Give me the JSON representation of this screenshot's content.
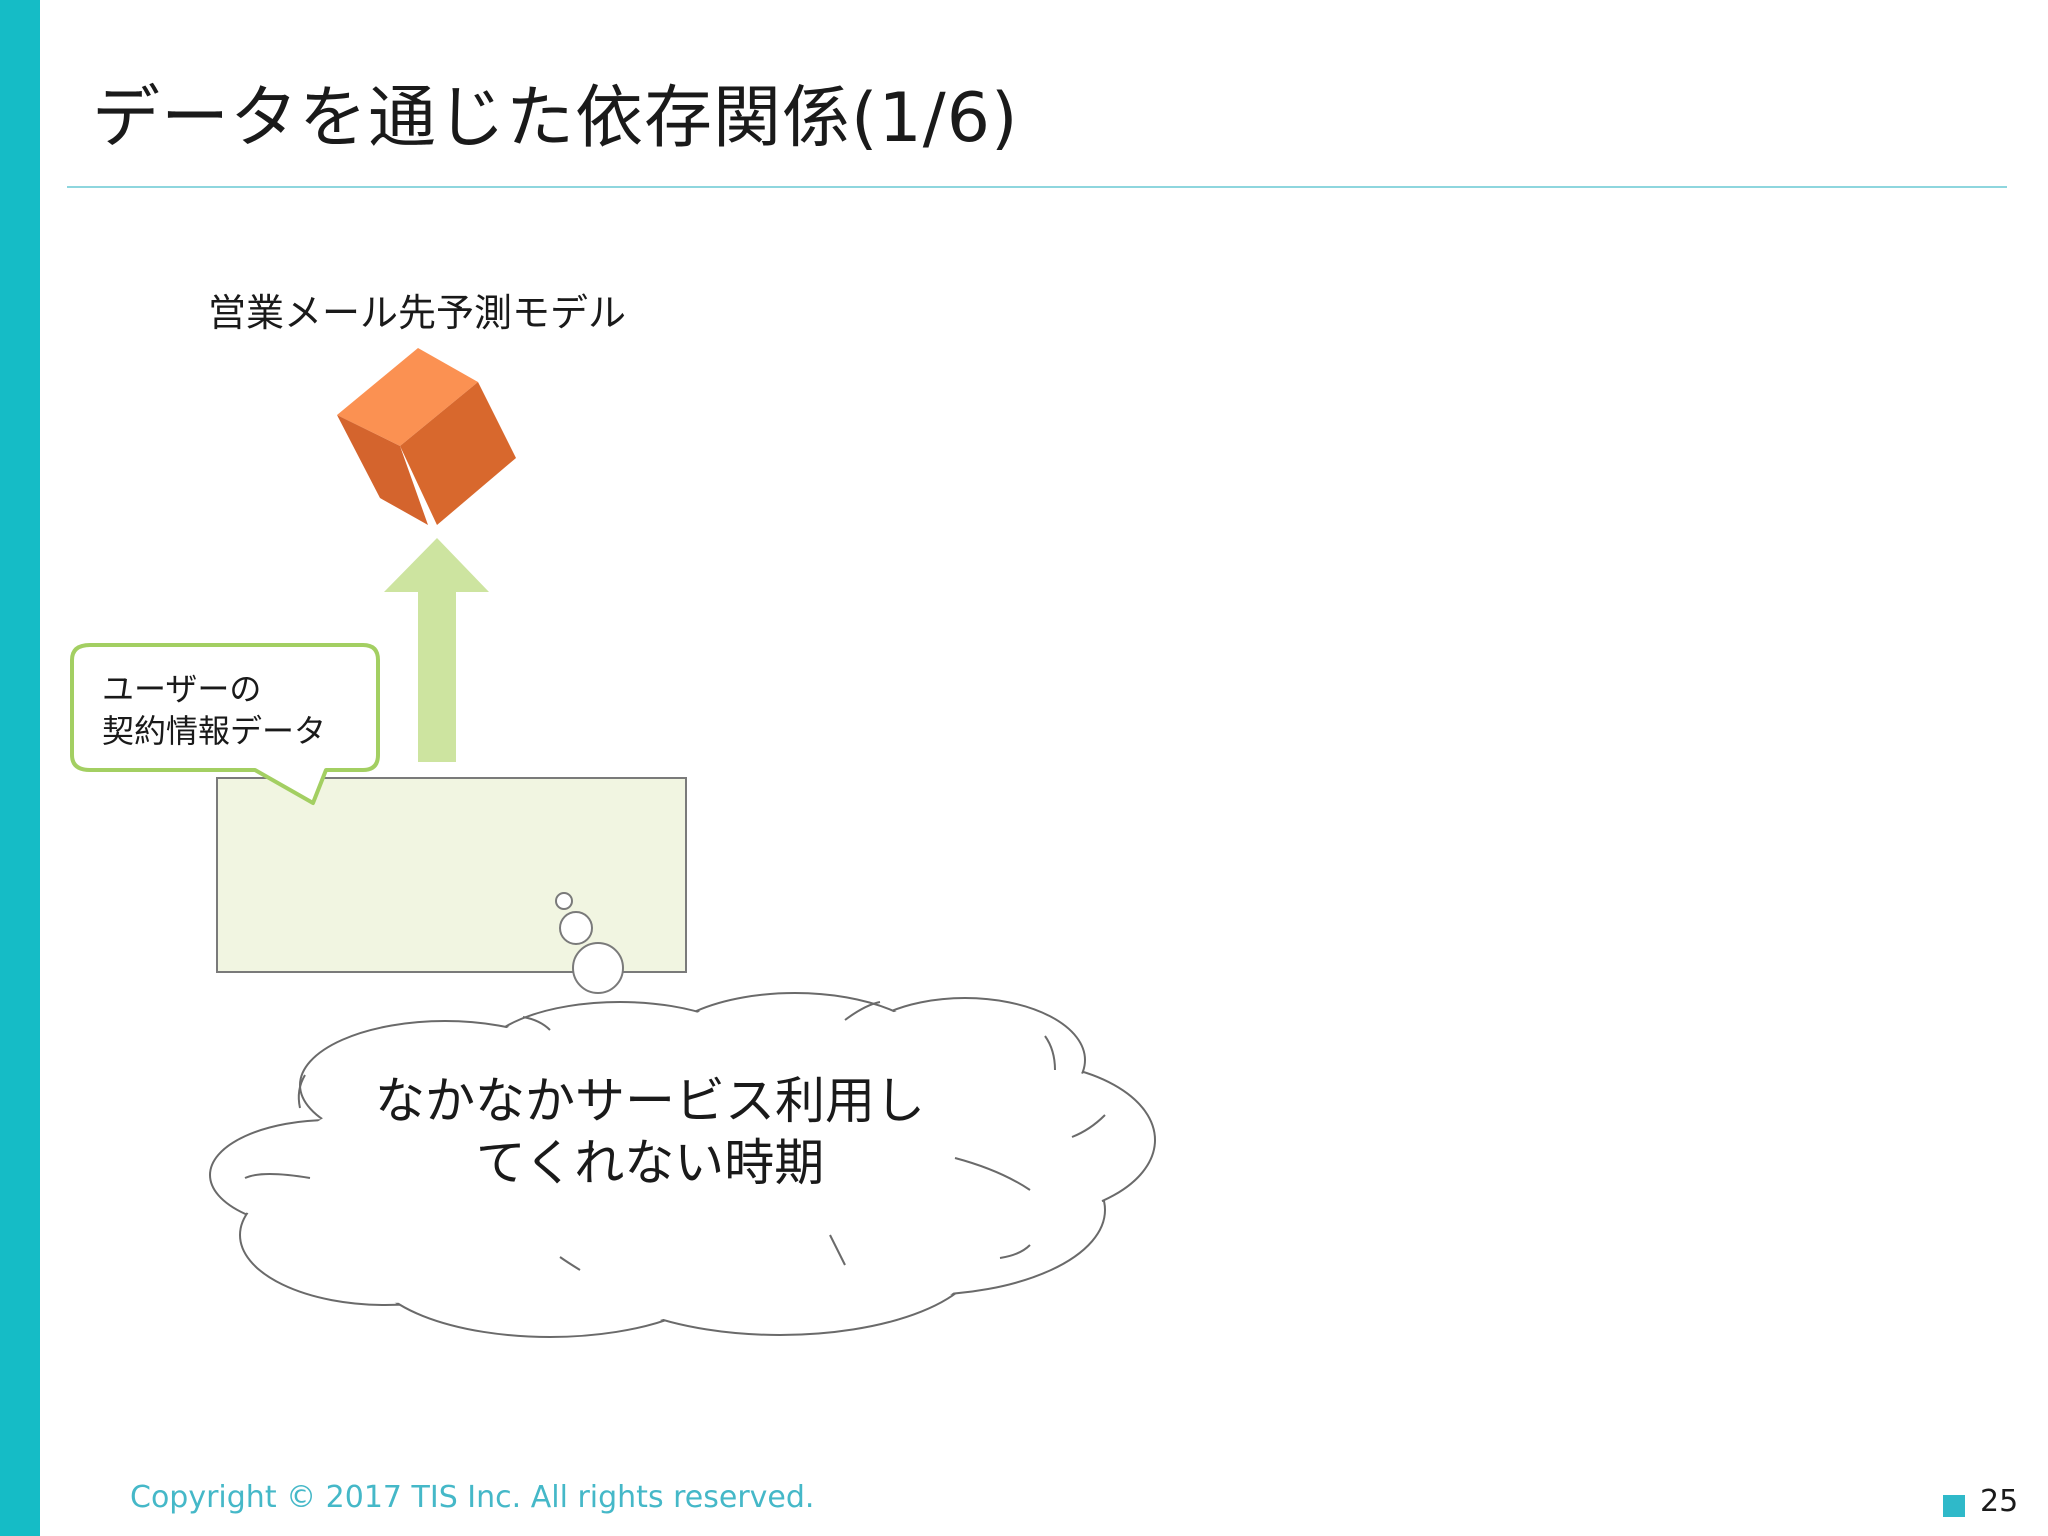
{
  "slide": {
    "title": "データを通じた依存関係(1/6)",
    "page_number": "25",
    "copyright": "Copyright © 2017 TIS Inc. All rights reserved."
  },
  "diagram": {
    "model_label": "営業メール先予測モデル",
    "callout_lines": [
      "ユーザーの",
      "契約情報データ"
    ],
    "cloud_lines": [
      "なかなかサービス利用し",
      "てくれない時期"
    ]
  },
  "colors": {
    "accent_bar": "#15bcc6",
    "cube_orange": "#f5823c",
    "arrow_green": "#c9e29a",
    "callout_border": "#a3cf62",
    "data_box_fill": "#f1f5e1"
  }
}
